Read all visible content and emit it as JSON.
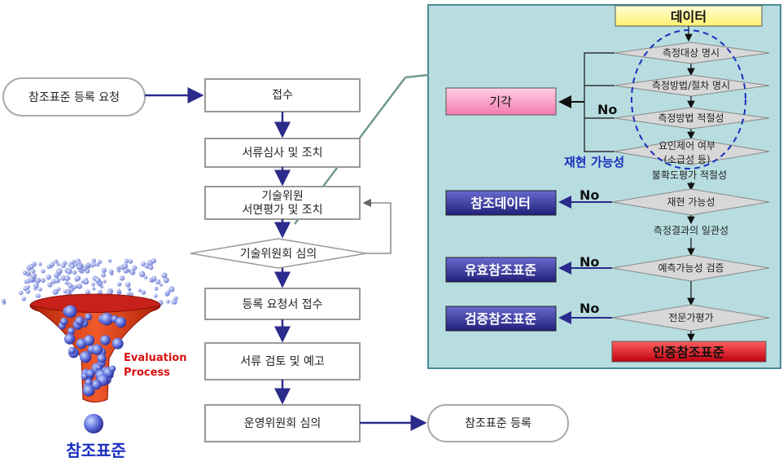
{
  "left_flow": {
    "request": "참조표준 등록 요청",
    "receive": "접수",
    "doc_review": "서류심사 및 조치",
    "committee_eval_line1": "기술위원",
    "committee_eval_line2": "서면평가 및 조치",
    "committee_delib": "기술위원회 심의",
    "reg_receive": "등록 요청서 접수",
    "doc_check": "서류 검토 및 예고",
    "ops_delib": "운영위원회 심의",
    "registered": "참조표준 등록"
  },
  "funnel": {
    "label_line1": "Evaluation",
    "label_line2": "Process",
    "caption": "참조표준"
  },
  "panel": {
    "data": "데이터",
    "step1": "측정대상 명시",
    "step2": "측정방법/절차 명시",
    "step3": "측정방법 적절성",
    "step4_line1": "요인제어 여부",
    "step4_line2": "(소급성 등)",
    "step5": "불확도평가 적절성",
    "reproducibility_label": "재현 가능성",
    "step6": "재현 가능성",
    "step7": "측정결과의 일관성",
    "step8": "예측가능성 검증",
    "step9": "전문가평가",
    "reject": "기각",
    "ref_data": "참조데이터",
    "valid_std": "유효참조표준",
    "verified_std": "검증참조표준",
    "certified_std": "인증참조표준",
    "no1": "No",
    "no2": "No",
    "no3": "No",
    "no4": "No"
  },
  "colors": {
    "panel_bg": "#b7dde0",
    "panel_border": "#4a8a94",
    "arrow_navy": "#2b2b8c",
    "data_box": "#ffffb0",
    "reject_box": "#f7a8c8",
    "blue_box": "#3a3a9e",
    "certified_box": "#e0202a",
    "dashed_ellipse": "#1a2fbf",
    "funnel_red": "#d83a1a"
  }
}
